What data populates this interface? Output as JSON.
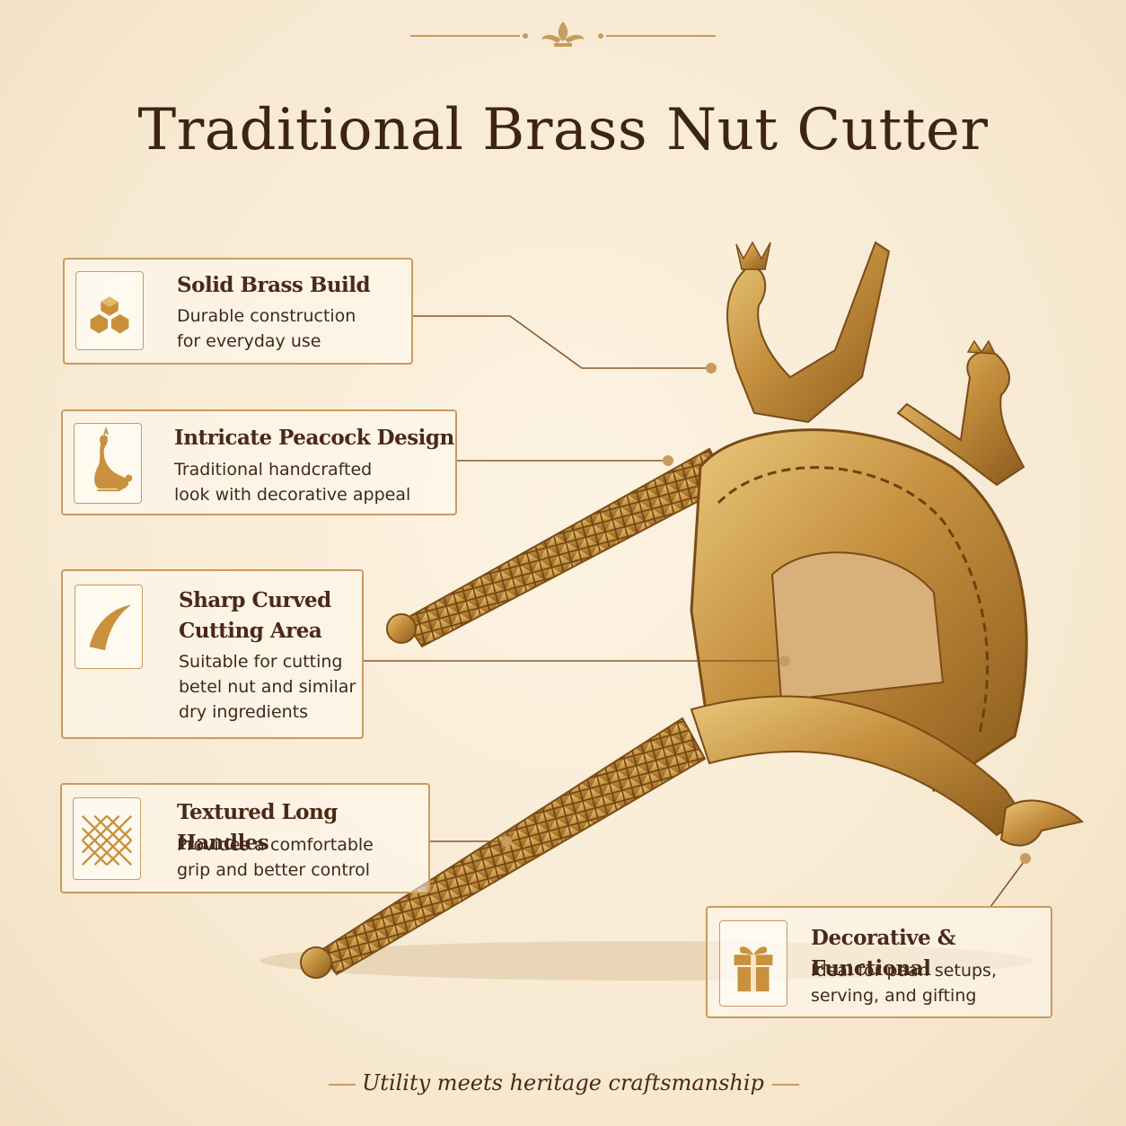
{
  "title": "Traditional Brass Nut Cutter",
  "features": [
    {
      "icon": "brass-blocks-icon",
      "title": "Solid Brass Build",
      "description": "Durable construction\nfor everyday use"
    },
    {
      "icon": "peacock-icon",
      "title": "Intricate Peacock Design",
      "description": "Traditional handcrafted\nlook with decorative appeal"
    },
    {
      "icon": "curved-blade-icon",
      "title": "Sharp Curved\nCutting Area",
      "description": "Suitable for cutting\nbetel nut and similar\ndry ingredients"
    },
    {
      "icon": "crosshatch-texture-icon",
      "title": "Textured Long Handles",
      "description": "Provides a comfortable\ngrip and better control"
    },
    {
      "icon": "gift-icon",
      "title": "Decorative & Functional",
      "description": "Ideal for paan setups,\nserving, and gifting"
    }
  ],
  "tagline": "Utility meets heritage craftsmanship",
  "colors": {
    "gold": "#c89b5f",
    "brown": "#4a2a17",
    "background": "#f8ead3"
  }
}
